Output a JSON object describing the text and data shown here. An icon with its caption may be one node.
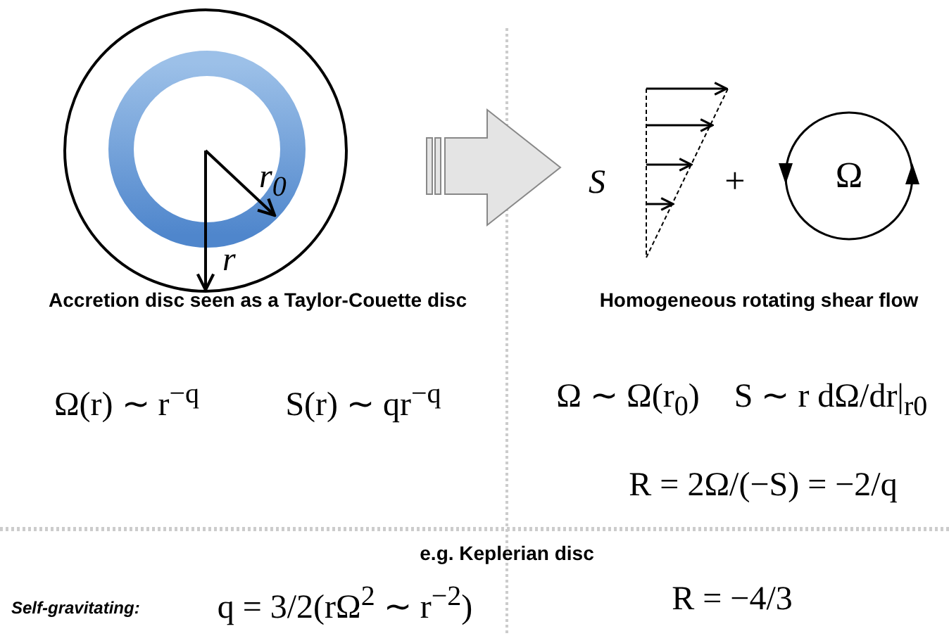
{
  "diagram": {
    "labels": [
      "r$_{0}$",
      "r",
      "S",
      "+",
      "Ω",
      "Accretion disc seen as a Taylor-Couette disc",
      "Homogeneous rotating shear flow",
      "Ω(r) ∼ r$^{−q}$",
      "S(r) ∼ qr$^{−q}$",
      "Ω ∼ Ω(r$_{0}$)",
      "S ∼ r dΩ/dr|$_{r0}$",
      "R = 2Ω/(−S) = −2/q",
      "e.g. Keplerian disc",
      "Self-gravitating:",
      "q = 3/2(rΩ$^{2}$ ∼ r$^{−2}$)",
      "R = −4/3"
    ]
  }
}
